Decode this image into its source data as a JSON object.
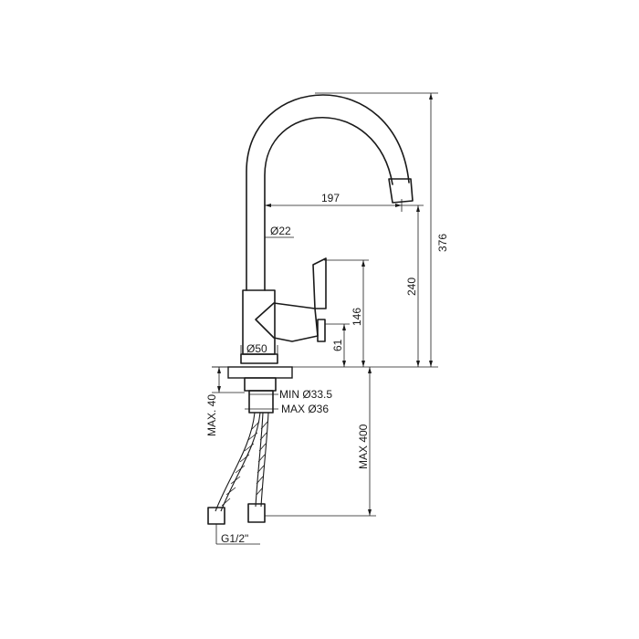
{
  "drawing": {
    "dimensions": {
      "reach": "197",
      "spout_diameter": "Ø22",
      "total_height": "376",
      "spout_height": "240",
      "lever_height": "146",
      "body_height": "61",
      "base_diameter": "Ø50",
      "hole_min": "MIN Ø33.5",
      "hole_max": "MAX Ø36",
      "deck_thickness": "MAX. 40",
      "hose_length": "MAX 400",
      "thread": "G1/2\""
    }
  }
}
